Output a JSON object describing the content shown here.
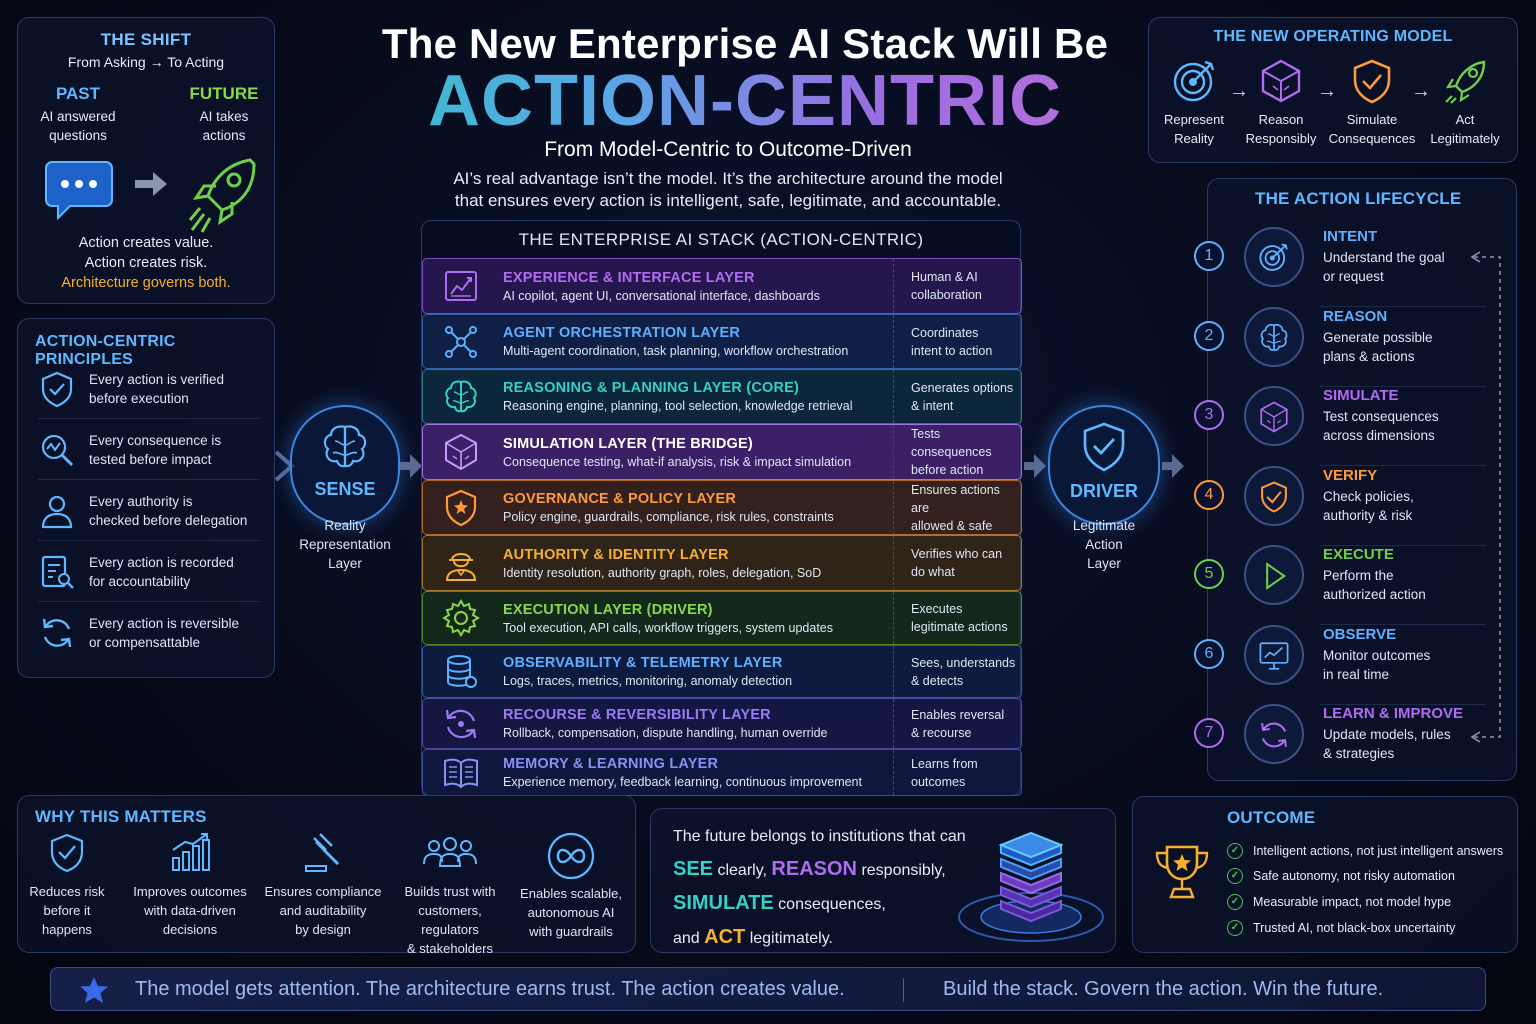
{
  "title": {
    "line1": "The New Enterprise AI Stack Will Be",
    "line2": "ACTION-CENTRIC",
    "line3": "From Model-Centric to Outcome-Driven",
    "desc1": "AI’s real advantage isn’t the model. It’s the architecture around the model",
    "desc2": "that ensures every action is intelligent, safe, legitimate, and accountable."
  },
  "shift": {
    "heading": "THE SHIFT",
    "sub": "From Asking → To Acting",
    "past_label": "PAST",
    "past_text": [
      "AI answered",
      "questions"
    ],
    "future_label": "FUTURE",
    "future_text": [
      "AI takes",
      "actions"
    ],
    "foot1": "Action creates value.",
    "foot2": "Action creates risk.",
    "foot3": "Architecture governs both."
  },
  "principles": {
    "heading": "ACTION-CENTRIC PRINCIPLES",
    "items": [
      {
        "icon": "shield-check-icon",
        "text": [
          "Every action is verified",
          "before execution"
        ]
      },
      {
        "icon": "magnifier-chart-icon",
        "text": [
          "Every consequence is",
          "tested before impact"
        ]
      },
      {
        "icon": "person-icon",
        "text": [
          "Every authority is",
          "checked before delegation"
        ]
      },
      {
        "icon": "clipboard-search-icon",
        "text": [
          "Every action is recorded",
          "for accountability"
        ]
      },
      {
        "icon": "refresh-icon",
        "text": [
          "Every action is reversible",
          "or compensattable"
        ]
      }
    ]
  },
  "sense": {
    "label": "SENSE",
    "text": [
      "Reality",
      "Representation",
      "Layer"
    ]
  },
  "driver": {
    "label": "DRIVER",
    "text": [
      "Legitimate",
      "Action",
      "Layer"
    ]
  },
  "stack": {
    "heading": "THE ENTERPRISE AI STACK (ACTION-CENTRIC)",
    "layers": [
      {
        "name": "EXPERIENCE & INTERFACE LAYER",
        "desc": "AI copilot, agent UI, conversational interface, dashboards",
        "role": [
          "Human & AI",
          "collaboration"
        ],
        "color": "#b06cf0",
        "bg": "rgba(88,40,150,.38)",
        "border": "#7b4ac8",
        "icon": "dashboard-icon"
      },
      {
        "name": "AGENT ORCHESTRATION LAYER",
        "desc": "Multi-agent coordination, task planning, workflow orchestration",
        "role": [
          "Coordinates",
          "intent to action"
        ],
        "color": "#5fb0ff",
        "bg": "rgba(30,60,130,.38)",
        "border": "#2f5fa8",
        "icon": "network-icon"
      },
      {
        "name": "REASONING & PLANNING LAYER (CORE)",
        "desc": "Reasoning engine, planning, tool selection, knowledge retrieval",
        "role": [
          "Generates options",
          "& intent"
        ],
        "color": "#36d0c8",
        "bg": "rgba(20,80,100,.38)",
        "border": "#2a7a8a",
        "icon": "brain-icon"
      },
      {
        "name": "SIMULATION LAYER (THE BRIDGE)",
        "desc": "Consequence testing, what-if analysis, risk & impact simulation",
        "role": [
          "Tests consequences",
          "before action"
        ],
        "color": "#ffffff",
        "bg": "rgba(110,50,170,.5)",
        "border": "#a070e8",
        "icon": "cube-icon"
      },
      {
        "name": "GOVERNANCE & POLICY LAYER",
        "desc": "Policy engine, guardrails, compliance, risk rules, constraints",
        "role": [
          "Ensures actions are",
          "allowed & safe"
        ],
        "color": "#ff9a3c",
        "bg": "rgba(120,60,20,.4)",
        "border": "#b06a2a",
        "icon": "shield-star-icon"
      },
      {
        "name": "AUTHORITY & IDENTITY LAYER",
        "desc": "Identity resolution, authority graph, roles, delegation, SoD",
        "role": [
          "Verifies who can",
          "do what"
        ],
        "color": "#f5b030",
        "bg": "rgba(110,70,10,.4)",
        "border": "#a57a22",
        "icon": "worker-icon"
      },
      {
        "name": "EXECUTION LAYER (DRIVER)",
        "desc": "Tool execution, API calls, workflow triggers, system updates",
        "role": [
          "Executes",
          "legitimate actions"
        ],
        "color": "#8ad84a",
        "bg": "rgba(40,80,20,.4)",
        "border": "#4a8a2a",
        "icon": "gear-icon"
      },
      {
        "name": "OBSERVABILITY & TELEMETRY LAYER",
        "desc": "Logs, traces, metrics, monitoring, anomaly detection",
        "role": [
          "Sees, understands",
          "& detects"
        ],
        "color": "#5fb0ff",
        "bg": "rgba(20,50,110,.38)",
        "border": "#2f5a9a",
        "icon": "database-icon"
      },
      {
        "name": "RECOURSE & REVERSIBILITY LAYER",
        "desc": "Rollback, compensation, dispute handling, human override",
        "role": [
          "Enables reversal",
          "& recourse"
        ],
        "color": "#9a7cf0",
        "bg": "rgba(40,40,120,.38)",
        "border": "#4a4aa0",
        "icon": "undo-icon"
      },
      {
        "name": "MEMORY & LEARNING LAYER",
        "desc": "Experience memory, feedback learning, continuous improvement",
        "role": [
          "Learns from",
          "outcomes"
        ],
        "color": "#8a90f0",
        "bg": "rgba(30,40,110,.38)",
        "border": "#3a4a96",
        "icon": "book-icon"
      }
    ]
  },
  "opmodel": {
    "heading": "THE NEW OPERATING MODEL",
    "items": [
      {
        "text": [
          "Represent",
          "Reality"
        ],
        "icon": "target-icon"
      },
      {
        "text": [
          "Reason",
          "Responsibly"
        ],
        "icon": "cube-icon"
      },
      {
        "text": [
          "Simulate",
          "Consequences"
        ],
        "icon": "shield-check-icon"
      },
      {
        "text": [
          "Act",
          "Legitimately"
        ],
        "icon": "rocket-icon"
      }
    ],
    "arrow": "→"
  },
  "lifecycle": {
    "heading": "THE ACTION LIFECYCLE",
    "items": [
      {
        "num": "1",
        "title": "INTENT",
        "desc": [
          "Understand the goal",
          "or request"
        ],
        "color": "#5fb0ff",
        "icon": "target-icon"
      },
      {
        "num": "2",
        "title": "REASON",
        "desc": [
          "Generate possible",
          "plans & actions"
        ],
        "color": "#5fb0ff",
        "icon": "brain-icon"
      },
      {
        "num": "3",
        "title": "SIMULATE",
        "desc": [
          "Test consequences",
          "across dimensions"
        ],
        "color": "#b06cf0",
        "icon": "cube-icon"
      },
      {
        "num": "4",
        "title": "VERIFY",
        "desc": [
          "Check policies,",
          "authority & risk"
        ],
        "color": "#ff9a3c",
        "icon": "shield-check-icon"
      },
      {
        "num": "5",
        "title": "EXECUTE",
        "desc": [
          "Perform the",
          "authorized action"
        ],
        "color": "#6ed04a",
        "icon": "play-icon"
      },
      {
        "num": "6",
        "title": "OBSERVE",
        "desc": [
          "Monitor outcomes",
          "in real time"
        ],
        "color": "#5fb0ff",
        "icon": "monitor-icon"
      },
      {
        "num": "7",
        "title": "LEARN & IMPROVE",
        "desc": [
          "Update models, rules",
          "& strategies"
        ],
        "color": "#b06cf0",
        "icon": "refresh-icon"
      }
    ]
  },
  "why": {
    "heading": "WHY THIS MATTERS",
    "items": [
      {
        "text": [
          "Reduces risk",
          "before it",
          "happens"
        ],
        "icon": "shield-check-icon"
      },
      {
        "text": [
          "Improves outcomes",
          "with data-driven",
          "decisions"
        ],
        "icon": "bar-chart-icon"
      },
      {
        "text": [
          "Ensures compliance",
          "and auditability",
          "by design"
        ],
        "icon": "gavel-icon"
      },
      {
        "text": [
          "Builds trust with",
          "customers, regulators",
          "& stakeholders"
        ],
        "icon": "people-icon"
      },
      {
        "text": [
          "Enables scalable,",
          "autonomous AI",
          "with guardrails"
        ],
        "icon": "infinity-icon"
      }
    ]
  },
  "future": {
    "l1": "The future belongs to institutions that can",
    "see": "SEE",
    "see_rest": " clearly, ",
    "reason": "REASON",
    "reason_rest": " responsibly,",
    "simulate": "SIMULATE",
    "simulate_rest": " consequences,",
    "and": "and ",
    "act": "ACT",
    "act_rest": " legitimately."
  },
  "outcome": {
    "heading": "OUTCOME",
    "items": [
      "Intelligent actions, not just intelligent answers",
      "Safe autonomy, not risky automation",
      "Measurable impact, not model hype",
      "Trusted AI, not black-box uncertainty"
    ]
  },
  "banner": {
    "left": "The model gets attention. The architecture earns trust. The action creates value.",
    "right": "Build the stack. Govern the action. Win the future."
  },
  "colors": {
    "accent": "#5fb8ff",
    "gold": "#f5b030",
    "green": "#6ed04a",
    "purple": "#b06cf0"
  }
}
